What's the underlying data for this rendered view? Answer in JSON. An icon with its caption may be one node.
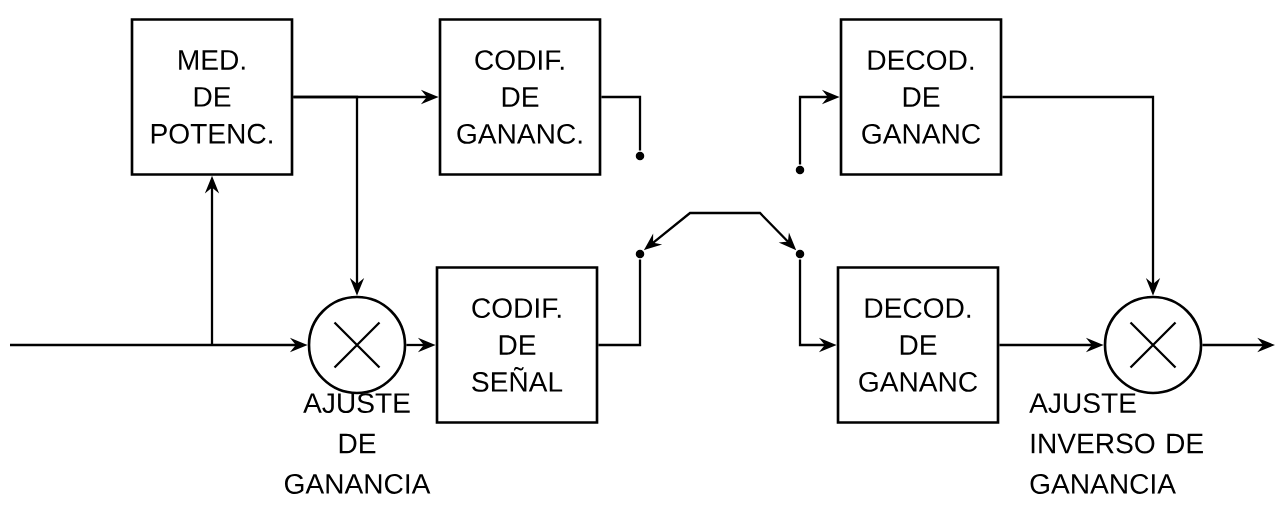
{
  "diagram": {
    "nodes": [
      {
        "text": [
          "MED. DE POTENC."
        ]
      },
      {
        "text": [
          "CODIF. DE GANANC."
        ]
      },
      {
        "text": [],
        "shape": "dot"
      },
      {
        "text": [],
        "shape": "dot"
      },
      {
        "text": [
          "DECOD. DE GANANC"
        ]
      },
      {
        "text": [],
        "shape": "circle",
        "beside": [
          "AJUSTE DE GANANCIA"
        ]
      },
      {
        "text": [
          "CODIF. DE SEÑAL"
        ]
      },
      {
        "text": [],
        "shape": "dot"
      },
      {
        "text": [],
        "shape": "dot"
      },
      {
        "text": [
          "DECOD. DE GANANC"
        ]
      },
      {
        "text": [],
        "shape": "circle",
        "beside": [
          "AJUSTE INVERSO DE GANANCIA"
        ]
      }
    ],
    "edges": [
      {
        "from": null,
        "to": 5,
        "arrow": "to"
      },
      {
        "from": null,
        "to": 0,
        "arrow": "to"
      },
      {
        "from": 0,
        "to": 1,
        "arrow": "to"
      },
      {
        "from": 0,
        "to": 5,
        "arrow": "to"
      },
      {
        "from": 5,
        "to": 6,
        "arrow": "to"
      },
      {
        "from": 1,
        "to": 2,
        "arrow": "none"
      },
      {
        "from": 3,
        "to": 4,
        "arrow": "to"
      },
      {
        "from": 6,
        "to": 7,
        "arrow": "none"
      },
      {
        "from": 8,
        "to": 9,
        "arrow": "to"
      },
      {
        "from": 7,
        "to": 8,
        "arrow": "both"
      },
      {
        "from": 4,
        "to": 10,
        "arrow": "to"
      },
      {
        "from": 9,
        "to": 10,
        "arrow": "to"
      },
      {
        "from": 10,
        "to": null,
        "arrow": "to"
      }
    ]
  }
}
